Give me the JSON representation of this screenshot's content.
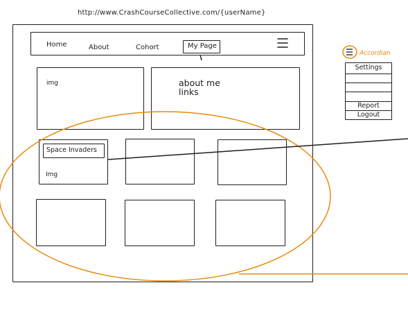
{
  "url": "http://www.CrashCourseCollective.com/{userName}",
  "nav": {
    "home": "Home",
    "about": "About",
    "cohort": "Cohort",
    "my_page": "My Page",
    "menu_icon": "hamburger-icon"
  },
  "profile": {
    "img_label": "img",
    "about_line1": "about me",
    "about_line2": "links"
  },
  "projects": {
    "first_title": "Space Invaders",
    "first_img": "Img"
  },
  "accordion": {
    "title": "Accordian",
    "items": [
      "Settings",
      "",
      "",
      "Report",
      "Logout"
    ]
  },
  "colors": {
    "ink": "#1e1e1e",
    "annotation": "#e8890c"
  }
}
